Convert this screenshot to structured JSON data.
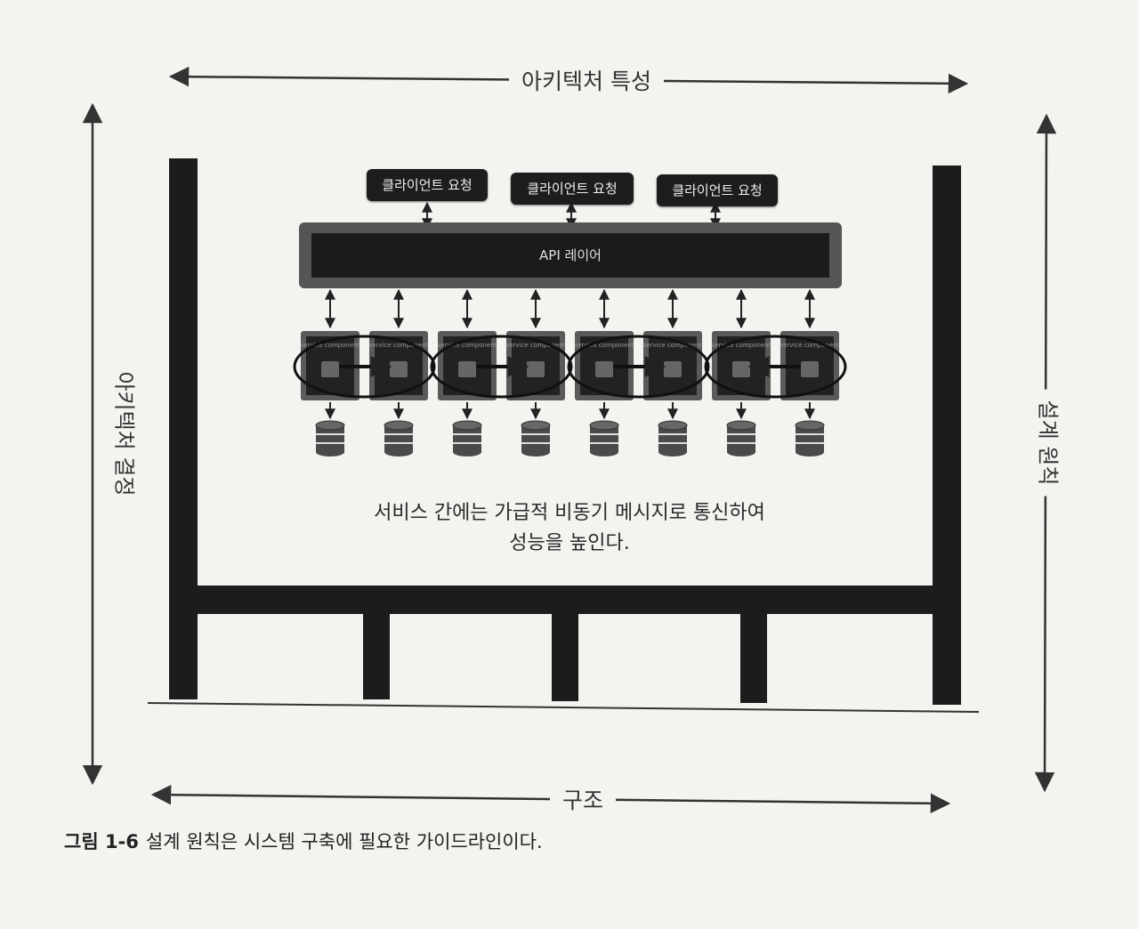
{
  "labels": {
    "top": "아키텍처 특성",
    "bottom": "구조",
    "left": "아키텍처 결정",
    "right": "설계 원칙"
  },
  "diagram": {
    "client_requests": [
      "클라이언트 요청",
      "클라이언트 요청",
      "클라이언트 요청"
    ],
    "api_layer": "API 레이어",
    "service_component_label": "service component",
    "service_count": 8,
    "database_count": 8,
    "note_line1": "서비스 간에는 가급적 비동기 메시지로 통신하여",
    "note_line2": "성능을 높인다."
  },
  "caption": {
    "number": "그림 1-6",
    "text": "설계 원칙은 시스템 구축에 필요한 가이드라인이다."
  },
  "colors": {
    "background": "#f4f3f0",
    "structure": "#1c1c1c",
    "box": "#1d1d1d"
  }
}
